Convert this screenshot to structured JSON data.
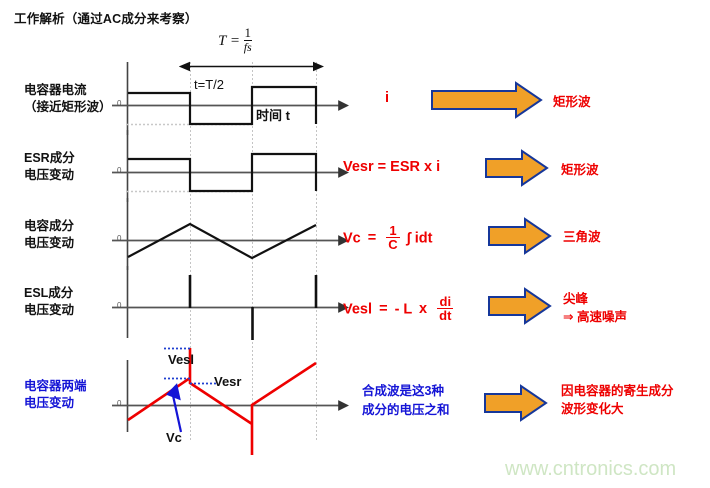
{
  "title": "工作解析（通过AC成分来考察）",
  "period_formula": {
    "lhs": "T",
    "eq": "=",
    "num": "1",
    "den": "fs"
  },
  "timing": {
    "half_period_label": "t=T/2",
    "time_axis_label": "时间 t",
    "zero_label": "0"
  },
  "rows": [
    {
      "label_line1": "电容器电流",
      "label_line2": "（接近矩形波）",
      "symbol": "i",
      "result": "矩形波",
      "waveform": "square"
    },
    {
      "label_line1": "ESR成分",
      "label_line2": "电压变动",
      "formula_plain": "Vesr = ESR x i",
      "result": "矩形波",
      "waveform": "square"
    },
    {
      "label_line1": "电容成分",
      "label_line2": "电压变动",
      "formula": {
        "lhs": "Vc",
        "eq": "=",
        "num": "1",
        "den": "C",
        "tail": "∫ idt"
      },
      "result": "三角波",
      "waveform": "triangle"
    },
    {
      "label_line1": "ESL成分",
      "label_line2": "电压变动",
      "formula": {
        "lhs": "Vesl",
        "eq": "=",
        "sign": "- L",
        "times": "x",
        "num": "di",
        "den": "dt"
      },
      "result_line1": "尖峰",
      "result_line2": "⇒ 高速噪声",
      "waveform": "spike"
    },
    {
      "label_line1": "电容器两端",
      "label_line2": "电压变动",
      "note_line1": "合成波是这3种",
      "note_line2": "成分的电压之和",
      "result_line1": "因电容器的寄生成分",
      "result_line2": "波形变化大",
      "waveform": "composite",
      "annotations": [
        "Vesl",
        "Vesr",
        "Vc"
      ]
    }
  ],
  "watermark": "www.cntronics.com",
  "colors": {
    "red": "#ee0000",
    "blue": "#1414d6",
    "arrow_fill": "#f0a028",
    "arrow_stroke": "#16379a",
    "wave_black": "#111111",
    "grid": "#bbbbbb",
    "axis": "#555555",
    "watermark": "#cfe6c4"
  }
}
